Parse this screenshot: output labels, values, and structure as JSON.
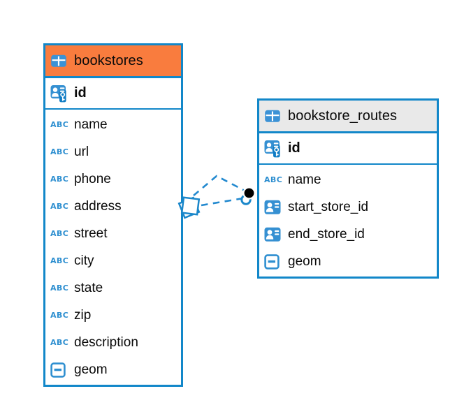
{
  "colors": {
    "canvas_bg": "#ffffff",
    "table_border": "#1287c9",
    "selected_header_bg": "#f97c3e",
    "header_bg": "#e9e9e9",
    "icon_blue": "#2e8fd0",
    "relation_line": "#2289cf",
    "text": "#0a0a0a"
  },
  "icons": {
    "text_type_label": "ABC"
  },
  "tables": [
    {
      "name": "bookstores",
      "selected": true,
      "primary_key": {
        "name": "id"
      },
      "columns": [
        {
          "name": "name",
          "type": "text"
        },
        {
          "name": "url",
          "type": "text"
        },
        {
          "name": "phone",
          "type": "text"
        },
        {
          "name": "address",
          "type": "text"
        },
        {
          "name": "street",
          "type": "text"
        },
        {
          "name": "city",
          "type": "text"
        },
        {
          "name": "state",
          "type": "text"
        },
        {
          "name": "zip",
          "type": "text"
        },
        {
          "name": "description",
          "type": "text"
        },
        {
          "name": "geom",
          "type": "geometry"
        }
      ]
    },
    {
      "name": "bookstore_routes",
      "selected": false,
      "primary_key": {
        "name": "id"
      },
      "columns": [
        {
          "name": "name",
          "type": "text"
        },
        {
          "name": "start_store_id",
          "type": "reference"
        },
        {
          "name": "end_store_id",
          "type": "reference"
        },
        {
          "name": "geom",
          "type": "geometry"
        }
      ]
    }
  ],
  "relations": [
    {
      "from": "bookstore_routes",
      "to": "bookstores",
      "style": "dashed"
    },
    {
      "from": "bookstore_routes",
      "to": "bookstores",
      "style": "dashed"
    }
  ]
}
